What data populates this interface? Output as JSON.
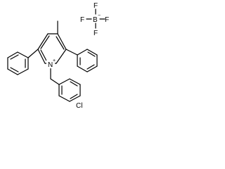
{
  "molecule": {
    "labels": {
      "nitrogen": "N",
      "nitrogen_charge": "+",
      "chlorine": "Cl",
      "boron": "B",
      "boron_charge": "−",
      "fluorine_top": "F",
      "fluorine_left": "F",
      "fluorine_right": "F",
      "fluorine_bottom": "F"
    }
  }
}
